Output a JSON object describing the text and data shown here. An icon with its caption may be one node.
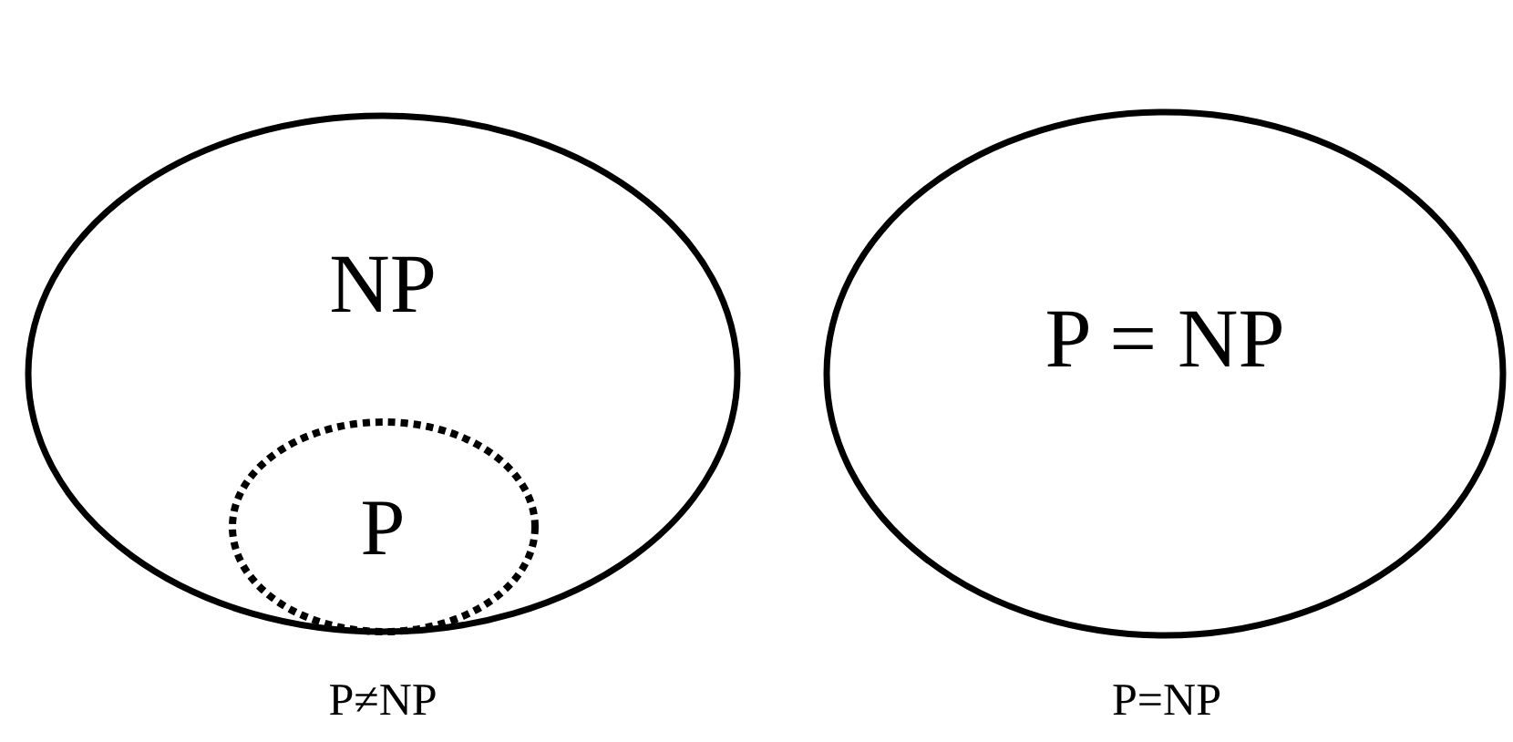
{
  "diagram": {
    "nodes": [
      {
        "text": [
          "NP"
        ],
        "beside": [
          "P≠NP"
        ]
      },
      {
        "text": [
          "P"
        ],
        "in": 0
      },
      {
        "text": [
          "P = NP"
        ],
        "beside": [
          "P=NP"
        ]
      }
    ]
  }
}
